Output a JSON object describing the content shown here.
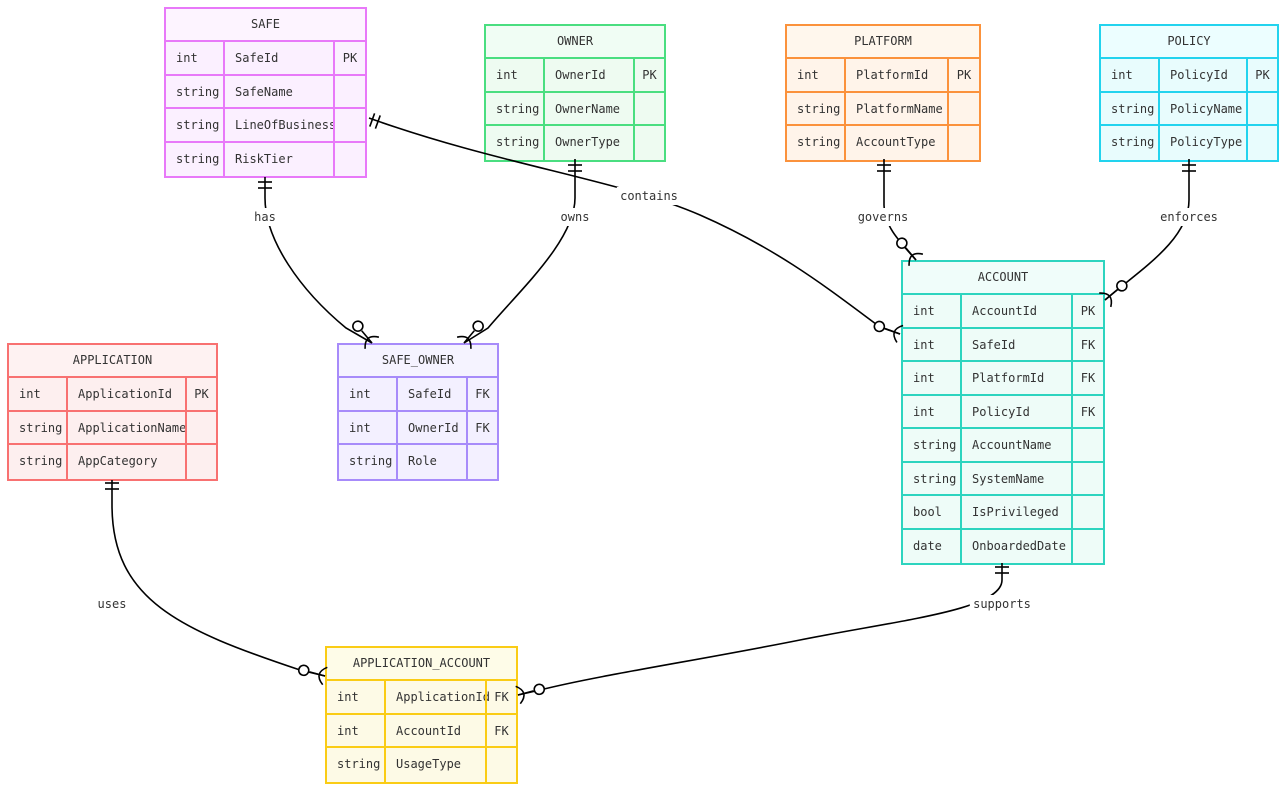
{
  "entities": [
    {
      "id": "safe",
      "name": "SAFE",
      "border_color": "#e879f9",
      "header_bg": "#fdf4ff",
      "row_bg": "#fbf0ff",
      "attributes": [
        {
          "type": "int",
          "name": "SafeId",
          "key": "PK"
        },
        {
          "type": "string",
          "name": "SafeName",
          "key": ""
        },
        {
          "type": "string",
          "name": "LineOfBusiness",
          "key": ""
        },
        {
          "type": "string",
          "name": "RiskTier",
          "key": ""
        }
      ]
    },
    {
      "id": "owner",
      "name": "OWNER",
      "border_color": "#4ade80",
      "header_bg": "#f0fdf4",
      "row_bg": "#eefbf1",
      "attributes": [
        {
          "type": "int",
          "name": "OwnerId",
          "key": "PK"
        },
        {
          "type": "string",
          "name": "OwnerName",
          "key": ""
        },
        {
          "type": "string",
          "name": "OwnerType",
          "key": ""
        }
      ]
    },
    {
      "id": "platform",
      "name": "PLATFORM",
      "border_color": "#fb923c",
      "header_bg": "#fff7ed",
      "row_bg": "#fff4ea",
      "attributes": [
        {
          "type": "int",
          "name": "PlatformId",
          "key": "PK"
        },
        {
          "type": "string",
          "name": "PlatformName",
          "key": ""
        },
        {
          "type": "string",
          "name": "AccountType",
          "key": ""
        }
      ]
    },
    {
      "id": "policy",
      "name": "POLICY",
      "border_color": "#22d3ee",
      "header_bg": "#ecfeff",
      "row_bg": "#e8fcfd",
      "attributes": [
        {
          "type": "int",
          "name": "PolicyId",
          "key": "PK"
        },
        {
          "type": "string",
          "name": "PolicyName",
          "key": ""
        },
        {
          "type": "string",
          "name": "PolicyType",
          "key": ""
        }
      ]
    },
    {
      "id": "account",
      "name": "ACCOUNT",
      "border_color": "#2dd4bf",
      "header_bg": "#f0fdfa",
      "row_bg": "#eefcf8",
      "attributes": [
        {
          "type": "int",
          "name": "AccountId",
          "key": "PK"
        },
        {
          "type": "int",
          "name": "SafeId",
          "key": "FK"
        },
        {
          "type": "int",
          "name": "PlatformId",
          "key": "FK"
        },
        {
          "type": "int",
          "name": "PolicyId",
          "key": "FK"
        },
        {
          "type": "string",
          "name": "AccountName",
          "key": ""
        },
        {
          "type": "string",
          "name": "SystemName",
          "key": ""
        },
        {
          "type": "bool",
          "name": "IsPrivileged",
          "key": ""
        },
        {
          "type": "date",
          "name": "OnboardedDate",
          "key": ""
        }
      ]
    },
    {
      "id": "safe_owner",
      "name": "SAFE_OWNER",
      "border_color": "#a78bfa",
      "header_bg": "#f5f3ff",
      "row_bg": "#f3f0ff",
      "attributes": [
        {
          "type": "int",
          "name": "SafeId",
          "key": "FK"
        },
        {
          "type": "int",
          "name": "OwnerId",
          "key": "FK"
        },
        {
          "type": "string",
          "name": "Role",
          "key": ""
        }
      ]
    },
    {
      "id": "application",
      "name": "APPLICATION",
      "border_color": "#f87171",
      "header_bg": "#fef2f2",
      "row_bg": "#fdefef",
      "attributes": [
        {
          "type": "int",
          "name": "ApplicationId",
          "key": "PK"
        },
        {
          "type": "string",
          "name": "ApplicationName",
          "key": ""
        },
        {
          "type": "string",
          "name": "AppCategory",
          "key": ""
        }
      ]
    },
    {
      "id": "application_account",
      "name": "APPLICATION_ACCOUNT",
      "border_color": "#facc15",
      "header_bg": "#fefce8",
      "row_bg": "#fdfae6",
      "attributes": [
        {
          "type": "int",
          "name": "ApplicationId",
          "key": "FK"
        },
        {
          "type": "int",
          "name": "AccountId",
          "key": "FK"
        },
        {
          "type": "string",
          "name": "UsageType",
          "key": ""
        }
      ]
    }
  ],
  "relationships": [
    {
      "id": "has",
      "from": "safe",
      "to": "safe_owner",
      "label": "has",
      "from_cardinality": "exactly-one",
      "to_cardinality": "zero-or-many"
    },
    {
      "id": "owns",
      "from": "owner",
      "to": "safe_owner",
      "label": "owns",
      "from_cardinality": "exactly-one",
      "to_cardinality": "zero-or-many"
    },
    {
      "id": "contains",
      "from": "safe",
      "to": "account",
      "label": "contains",
      "from_cardinality": "exactly-one",
      "to_cardinality": "zero-or-many"
    },
    {
      "id": "governs",
      "from": "platform",
      "to": "account",
      "label": "governs",
      "from_cardinality": "exactly-one",
      "to_cardinality": "zero-or-many"
    },
    {
      "id": "enforces",
      "from": "policy",
      "to": "account",
      "label": "enforces",
      "from_cardinality": "exactly-one",
      "to_cardinality": "zero-or-many"
    },
    {
      "id": "uses",
      "from": "application",
      "to": "application_account",
      "label": "uses",
      "from_cardinality": "exactly-one",
      "to_cardinality": "zero-or-many"
    },
    {
      "id": "supports",
      "from": "account",
      "to": "application_account",
      "label": "supports",
      "from_cardinality": "exactly-one",
      "to_cardinality": "zero-or-many"
    }
  ],
  "edge_color": "#000000"
}
